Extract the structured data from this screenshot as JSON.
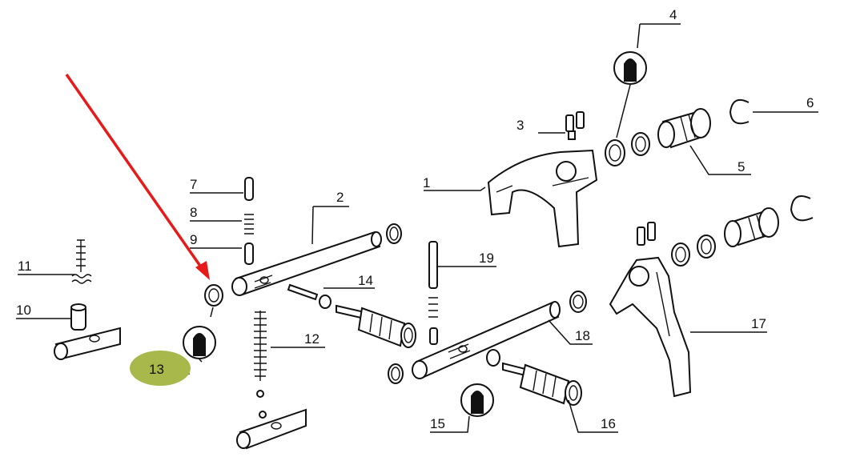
{
  "labels": {
    "l1": "1",
    "l2": "2",
    "l3": "3",
    "l4": "4",
    "l5": "5",
    "l6": "6",
    "l7": "7",
    "l8": "8",
    "l9": "9",
    "l10": "10",
    "l11": "11",
    "l12": "12",
    "l13": "13",
    "l14": "14",
    "l15": "15",
    "l16": "16",
    "l17": "17",
    "l18": "18",
    "l19": "19"
  },
  "colors": {
    "arrow": "#e81919",
    "highlight": "#a8b84a",
    "ink": "#111111"
  },
  "icons": [
    "seal-symbol-icon",
    "red-arrow-icon"
  ]
}
